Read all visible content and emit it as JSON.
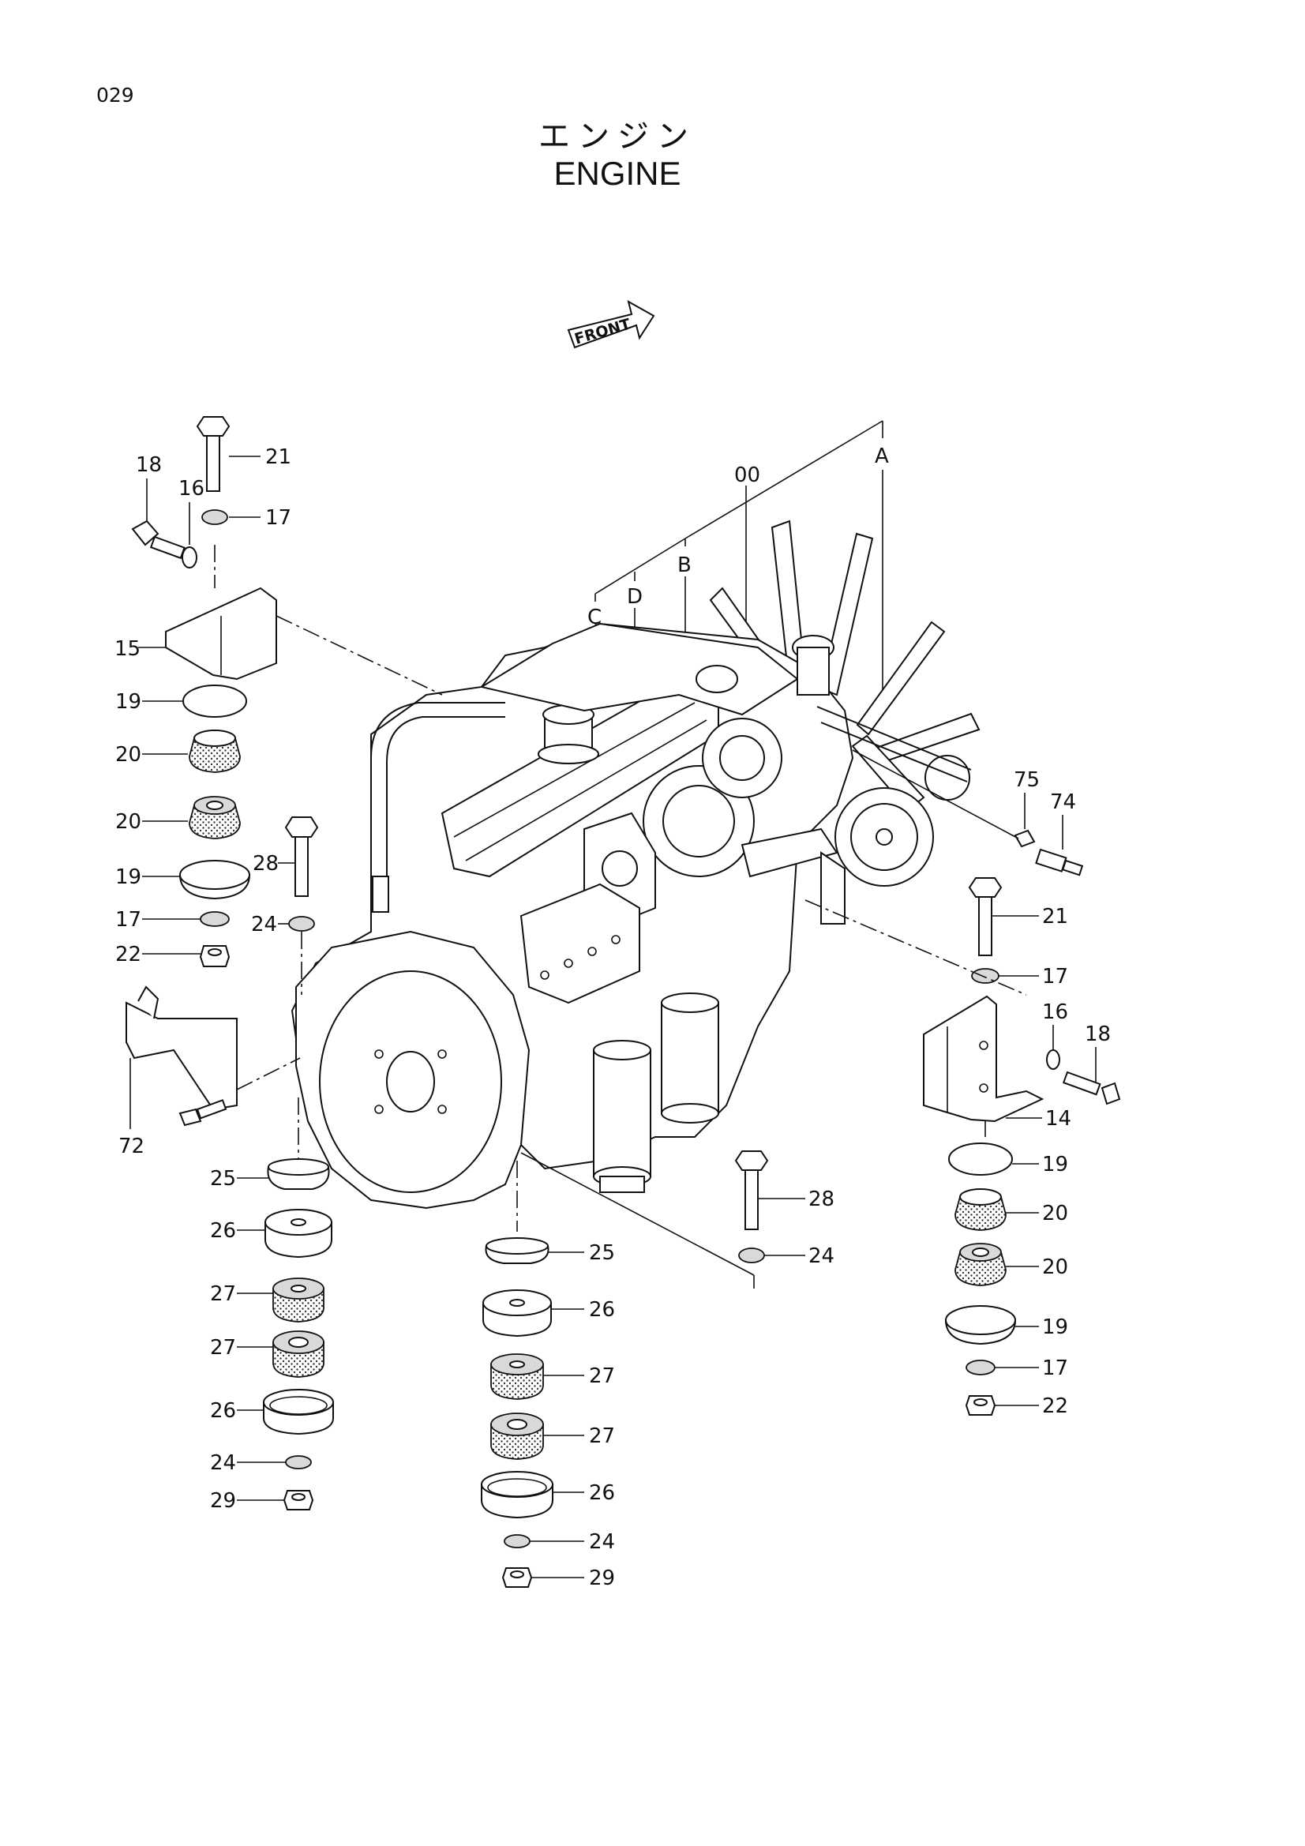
{
  "page_number": "029",
  "title_japanese": "エンジン",
  "title_english": "ENGINE",
  "front_label": "FRONT",
  "assembly_letters": [
    "A",
    "B",
    "C",
    "D"
  ],
  "main_callout": "00",
  "callouts": {
    "c18_left": "18",
    "c16_left": "16",
    "c21_top": "21",
    "c17_top": "17",
    "c15": "15",
    "c19_a": "19",
    "c20_a": "20",
    "c20_b": "20",
    "c19_b": "19",
    "c17_left": "17",
    "c22_left": "22",
    "c28_left": "28",
    "c24_left": "24",
    "c72": "72",
    "c25_l": "25",
    "c26_l1": "26",
    "c27_l1": "27",
    "c27_l2": "27",
    "c26_l2": "26",
    "c24_l": "24",
    "c29_l": "29",
    "c28_mid": "28",
    "c24_mid": "24",
    "c25_m": "25",
    "c26_m1": "26",
    "c27_m1": "27",
    "c27_m2": "27",
    "c26_m2": "26",
    "c24_m": "24",
    "c29_m": "29",
    "c75": "75",
    "c74": "74",
    "c21_right": "21",
    "c17_right": "17",
    "c16_right": "16",
    "c18_right": "18",
    "c14": "14",
    "c19_r1": "19",
    "c20_r1": "20",
    "c20_r2": "20",
    "c19_r2": "19",
    "c17_r": "17",
    "c22_r": "22"
  }
}
